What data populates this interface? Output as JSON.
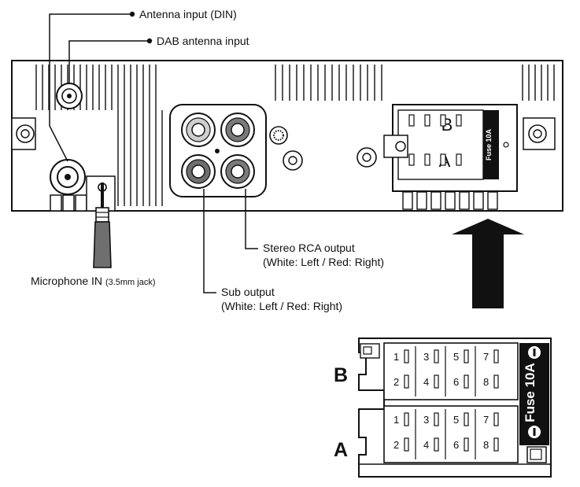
{
  "labels": {
    "antenna_input": "Antenna input (DIN)",
    "dab_antenna_input": "DAB antenna input",
    "stereo_rca_output_line1": "Stereo RCA output",
    "stereo_rca_output_line2": "(White: Left / Red: Right)",
    "sub_output_line1": "Sub output",
    "sub_output_line2": "(White: Left / Red: Right)",
    "microphone_in": "Microphone IN",
    "microphone_in_note": "(3.5mm jack)"
  },
  "connector": {
    "block_b_label": "B",
    "block_a_label": "A",
    "fuse_label": "Fuse 10A",
    "pins_top_row": [
      "1",
      "3",
      "5",
      "7"
    ],
    "pins_bottom_row": [
      "2",
      "4",
      "6",
      "8"
    ]
  },
  "icons": {
    "arrow": "up-arrow-icon",
    "fuse": "fuse-icon"
  }
}
